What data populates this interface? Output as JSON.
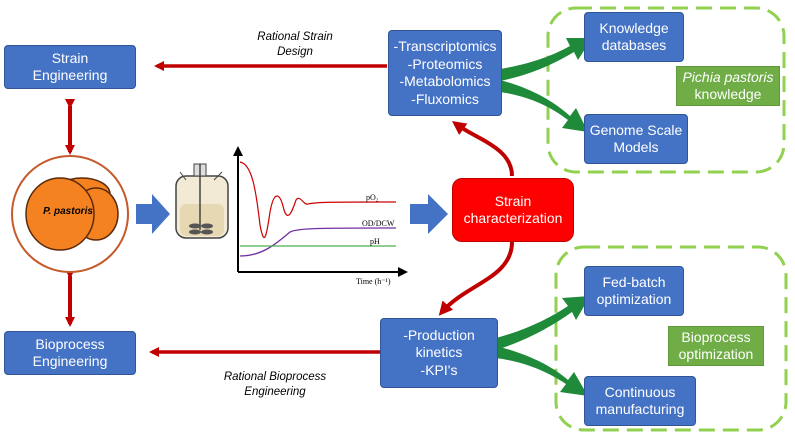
{
  "colors": {
    "blue": "#4472c4",
    "green_box": "#70ad47",
    "green_arrow": "#1f8a3a",
    "dashed_border": "#92d050",
    "red_arrow": "#c00000",
    "strain_box": "#ff0000",
    "organism": "#f58220"
  },
  "boxes": {
    "strain_engineering": "Strain\nEngineering",
    "bioprocess_engineering": "Bioprocess\nEngineering",
    "omics": "-Transcriptomics\n-Proteomics\n-Metabolomics\n-Fluxomics",
    "knowledge_databases": "Knowledge\ndatabases",
    "genome_scale_models": "Genome Scale\nModels",
    "strain_characterization": "Strain\ncharacterization",
    "production": "-Production\nkinetics\n-KPI's",
    "fed_batch": "Fed-batch\noptimization",
    "continuous": "Continuous\nmanufacturing"
  },
  "green_labels": {
    "pichia_name": "Pichia pastoris",
    "pichia_rest": "knowledge",
    "bioprocess_opt": "Bioprocess\noptimization"
  },
  "arrow_labels": {
    "rational_strain": "Rational Strain\nDesign",
    "rational_bioprocess": "Rational Bioprocess\nEngineering"
  },
  "organism_label": "P. pastoris",
  "graph_labels": {
    "po2": "pO₂",
    "od": "OD/DCW",
    "ph": "pH",
    "time": "Time (h⁻¹)"
  }
}
